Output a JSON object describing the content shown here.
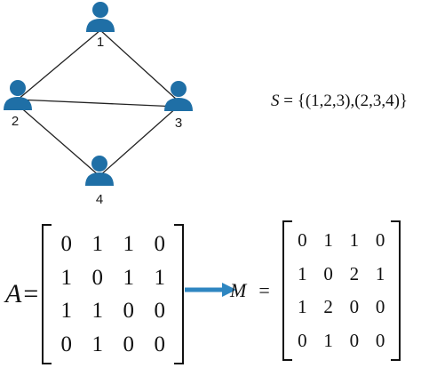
{
  "graph": {
    "nodes": [
      {
        "id": "1",
        "label": "1"
      },
      {
        "id": "2",
        "label": "2"
      },
      {
        "id": "3",
        "label": "3"
      },
      {
        "id": "4",
        "label": "4"
      }
    ],
    "edges": [
      [
        "1",
        "2"
      ],
      [
        "1",
        "3"
      ],
      [
        "2",
        "3"
      ],
      [
        "2",
        "4"
      ],
      [
        "3",
        "4"
      ]
    ],
    "node_color": "#1f6fa6"
  },
  "set": {
    "name": "S",
    "equals": "=",
    "value": "{(1,2,3),(2,3,4)}"
  },
  "matrix_a": {
    "name": "A",
    "equals": "=",
    "rows": [
      [
        "0",
        "1",
        "1",
        "0"
      ],
      [
        "1",
        "0",
        "1",
        "1"
      ],
      [
        "1",
        "1",
        "0",
        "0"
      ],
      [
        "0",
        "1",
        "0",
        "0"
      ]
    ]
  },
  "arrow": {
    "color": "#2e86c1"
  },
  "matrix_m": {
    "name": "M",
    "equals": "=",
    "rows": [
      [
        "0",
        "1",
        "1",
        "0"
      ],
      [
        "1",
        "0",
        "2",
        "1"
      ],
      [
        "1",
        "2",
        "0",
        "0"
      ],
      [
        "0",
        "1",
        "0",
        "0"
      ]
    ]
  }
}
